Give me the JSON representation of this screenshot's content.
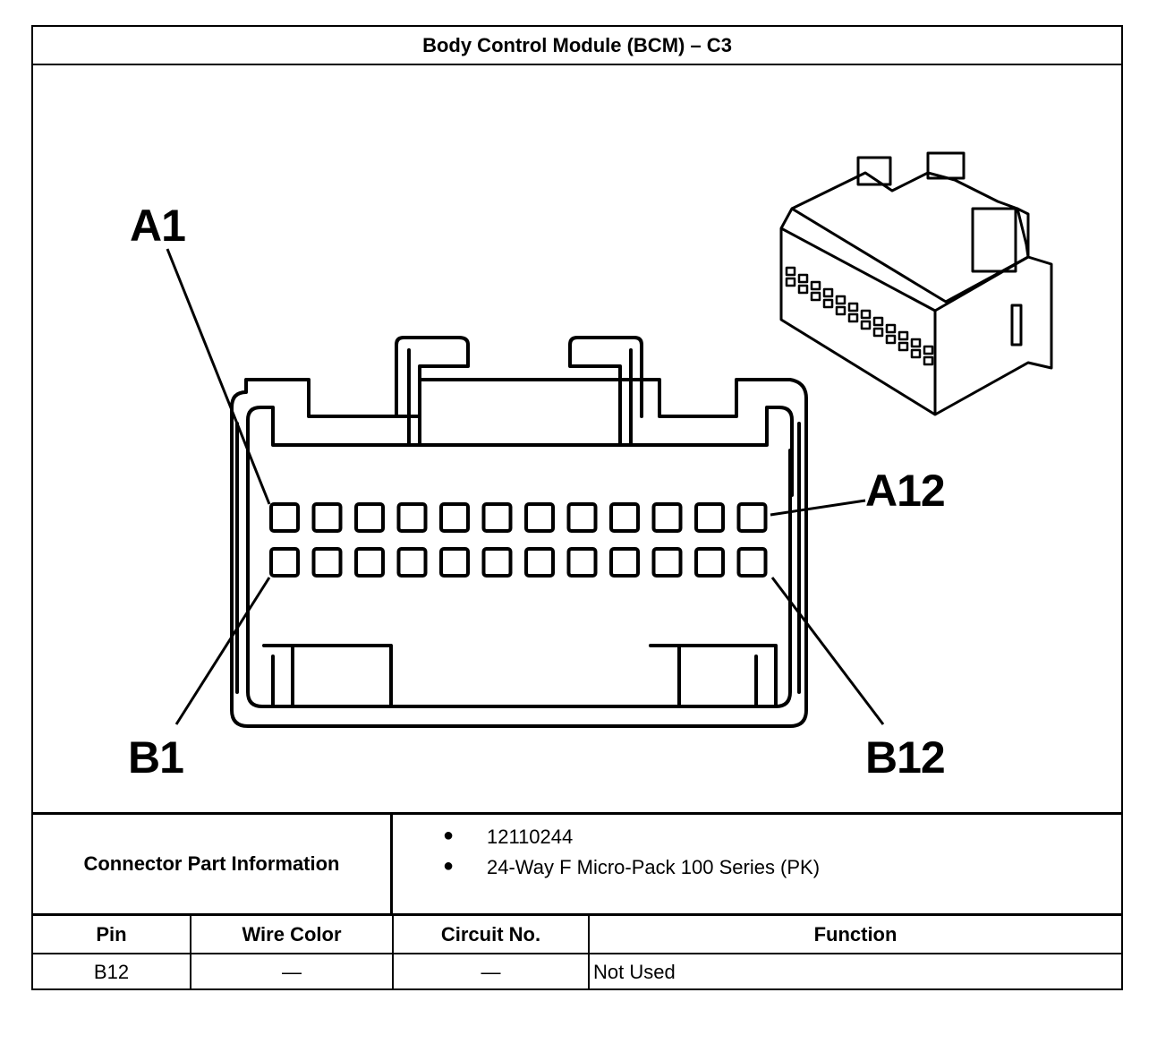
{
  "title": "Body Control Module (BCM) – C3",
  "diagram": {
    "labels": {
      "a1": "A1",
      "a12": "A12",
      "b1": "B1",
      "b12": "B12"
    },
    "cavity_rows": 2,
    "cavities_per_row": 12
  },
  "connector_info": {
    "label": "Connector Part Information",
    "items": [
      "12110244",
      "24-Way F Micro-Pack 100 Series (PK)"
    ]
  },
  "pin_table": {
    "headers": {
      "pin": "Pin",
      "wire_color": "Wire Color",
      "circuit_no": "Circuit No.",
      "function": "Function"
    },
    "rows": [
      {
        "pin": "B12",
        "wire_color": "—",
        "circuit_no": "—",
        "function": "Not Used"
      }
    ]
  }
}
